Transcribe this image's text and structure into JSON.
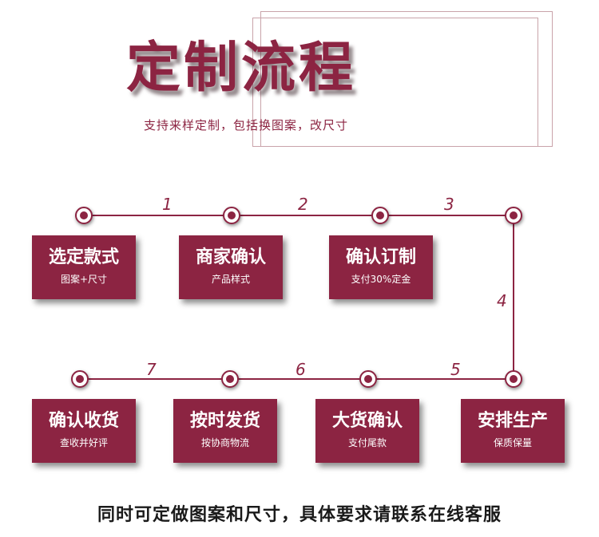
{
  "header": {
    "title": "定制流程",
    "subtitle": "支持来样定制，包括换图案，改尺寸"
  },
  "steps": [
    {
      "number": "1",
      "title": "选定款式",
      "sub": "图案+尺寸"
    },
    {
      "number": "2",
      "title": "商家确认",
      "sub": "产品样式"
    },
    {
      "number": "3",
      "title": "确认订制",
      "sub": "支付30%定金"
    },
    {
      "number": "4",
      "title": "安排生产",
      "sub": "保质保量"
    },
    {
      "number": "5",
      "title": "大货确认",
      "sub": "支付尾款"
    },
    {
      "number": "6",
      "title": "按时发货",
      "sub": "按协商物流"
    },
    {
      "number": "7",
      "title": "确认收货",
      "sub": "查收并好评"
    }
  ],
  "footer": {
    "text": "同时可定做图案和尺寸，具体要求请联系在线客服"
  },
  "colors": {
    "accent": "#8c2442",
    "frame": "#c9a3aa",
    "footer_text": "#1a1a1a"
  }
}
